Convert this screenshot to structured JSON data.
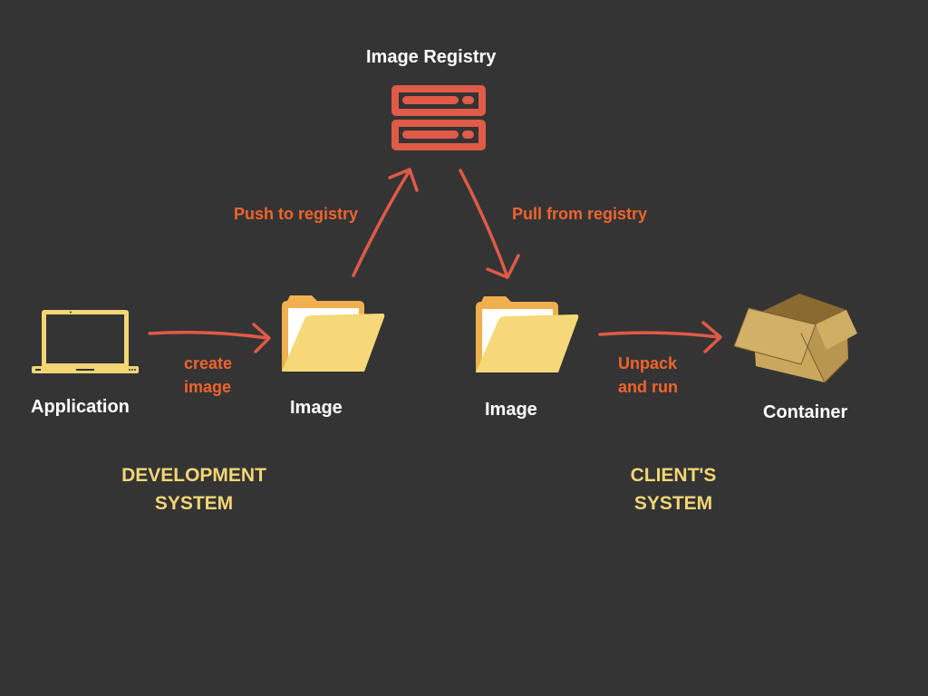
{
  "title": "Image Registry",
  "nodes": {
    "application": "Application",
    "image_dev": "Image",
    "image_client": "Image",
    "container": "Container"
  },
  "edges": {
    "create_image": [
      "create",
      "image"
    ],
    "push": "Push to registry",
    "pull": "Pull from registry",
    "unpack_run": [
      "Unpack",
      "and run"
    ]
  },
  "systems": {
    "development": [
      "DEVELOPMENT",
      "SYSTEM"
    ],
    "client": [
      "CLIENT'S",
      "SYSTEM"
    ]
  },
  "icons": {
    "registry": "server-icon",
    "application": "laptop-icon",
    "image": "folder-icon",
    "container": "box-icon"
  },
  "colors": {
    "background": "#343434",
    "arrow": "#e05a48",
    "edge_label": "#f0642e",
    "system_label": "#f2d675",
    "node_label": "#ffffff",
    "server": "#e05a48",
    "laptop": "#f2d675",
    "folder_front": "#f5d978",
    "folder_back": "#f0b050",
    "box": "#c9a85e"
  }
}
